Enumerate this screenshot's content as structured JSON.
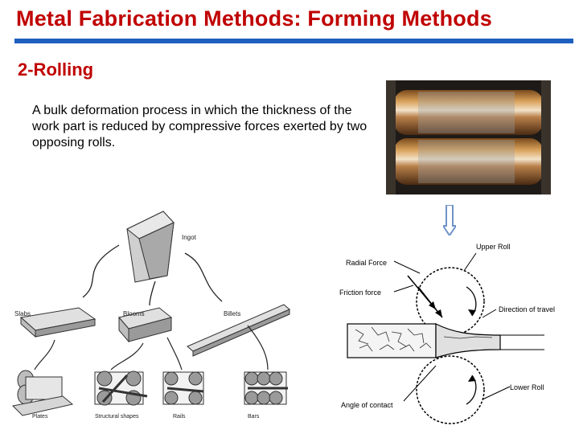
{
  "slide": {
    "title": "Metal Fabrication Methods: Forming Methods",
    "subtitle": "2-Rolling",
    "description": "A bulk deformation process in which the thickness of the work part is reduced by compressive forces exerted by two opposing rolls."
  },
  "products_diagram": {
    "ingot": "Ingot",
    "slabs": "Slabs",
    "blooms": "Blooms",
    "billets": "Billets",
    "plates": "Plates",
    "structural_shapes": "Structural shapes",
    "rails": "Rails",
    "bars": "Bars"
  },
  "roll_diagram": {
    "upper_roll": "Upper Roll",
    "radial_force": "Radial Force",
    "friction_force": "Friction force",
    "direction_of_travel": "Direction of travel",
    "lower_roll": "Lower Roll",
    "angle_of_contact": "Angle of contact"
  },
  "colors": {
    "title": "#c00000",
    "rule": "#1f5fbf",
    "arrow": "#6f93c8"
  },
  "icons": {
    "arrow": "down-arrow-icon"
  }
}
